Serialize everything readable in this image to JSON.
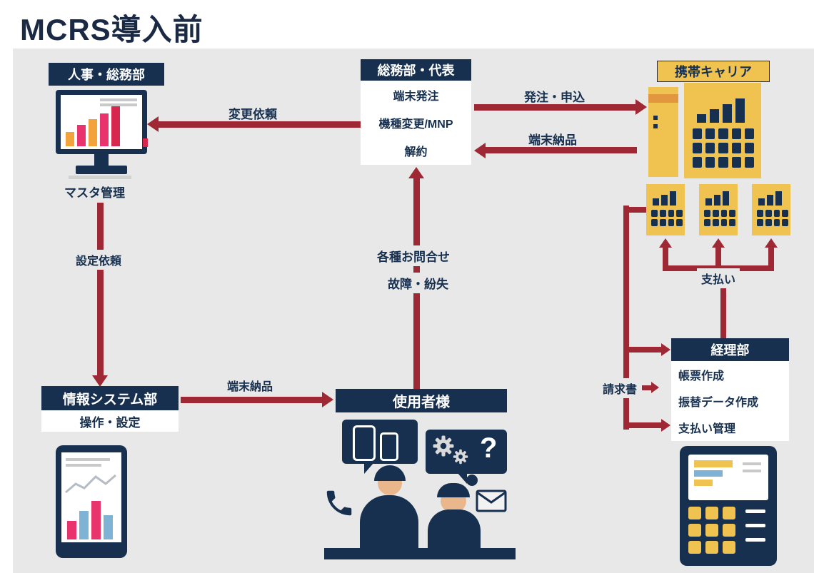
{
  "title": "MCRS導入前",
  "colors": {
    "navy": "#17304f",
    "accent_red": "#9e2833",
    "yellow": "#f0c250",
    "panel_bg": "#e8e8e8",
    "pink": "#e8336d",
    "orange": "#f2a33c",
    "blue": "#7fb3d5"
  },
  "nodes": {
    "hr": {
      "label": "人事・総務部",
      "caption": "マスタ管理"
    },
    "general_affairs": {
      "label": "総務部・代表",
      "items": [
        "端末発注",
        "機種変更/MNP",
        "解約"
      ]
    },
    "carrier": {
      "label": "携帯キャリア"
    },
    "it_dept": {
      "label": "情報システム部",
      "caption": "操作・設定"
    },
    "users": {
      "label": "使用者様"
    },
    "accounting": {
      "label": "経理部",
      "items": [
        "帳票作成",
        "振替データ作成",
        "支払い管理"
      ]
    }
  },
  "edges": {
    "change_request": "変更依頼",
    "order_application": "発注・申込",
    "device_delivery_from_carrier": "端末納品",
    "setting_request": "設定依頼",
    "device_delivery_to_users": "端末納品",
    "inquiries": "各種お問合せ",
    "trouble_loss": "故障・紛失",
    "payment": "支払い",
    "invoice": "請求書"
  },
  "illustrations": {
    "question_mark": "?"
  }
}
